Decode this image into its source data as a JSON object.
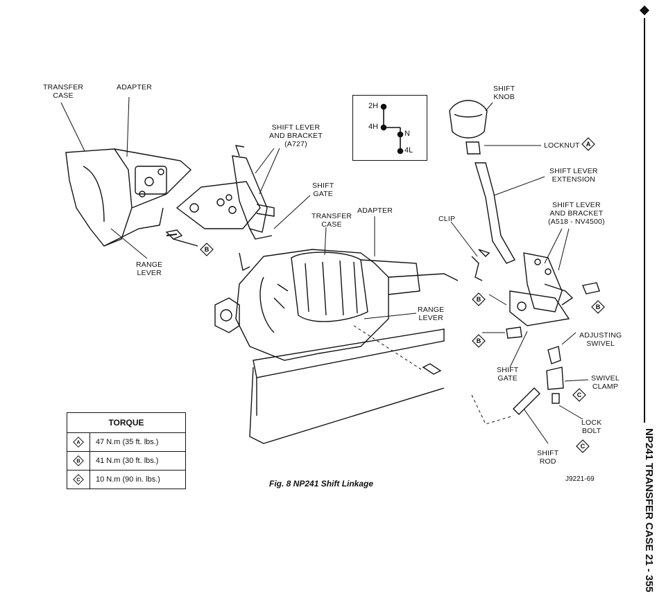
{
  "labels": {
    "transfer_case_1": [
      "TRANSFER",
      "CASE"
    ],
    "adapter_1": [
      "ADAPTER"
    ],
    "shift_lever_bracket_a727": [
      "SHIFT LEVER",
      "AND BRACKET",
      "(A727)"
    ],
    "shift_gate_1": [
      "SHIFT",
      "GATE"
    ],
    "range_lever_1": [
      "RANGE",
      "LEVER"
    ],
    "transfer_case_2": [
      "TRANSFER",
      "CASE"
    ],
    "adapter_2": [
      "ADAPTER"
    ],
    "clip": [
      "CLIP"
    ],
    "shift_knob": [
      "SHIFT",
      "KNOB"
    ],
    "locknut": [
      "LOCKNUT"
    ],
    "shift_lever_extension": [
      "SHIFT LEVER",
      "EXTENSION"
    ],
    "shift_lever_bracket_a518": [
      "SHIFT LEVER",
      "AND BRACKET",
      "(A518 - NV4500)"
    ],
    "range_lever_2": [
      "RANGE",
      "LEVER"
    ],
    "adjusting_swivel": [
      "ADJUSTING",
      "SWIVEL"
    ],
    "swivel_clamp": [
      "SWIVEL",
      "CLAMP"
    ],
    "shift_gate_2": [
      "SHIFT",
      "GATE"
    ],
    "lock_bolt": [
      "LOCK",
      "BOLT"
    ],
    "shift_rod": [
      "SHIFT",
      "ROD"
    ]
  },
  "badges": {
    "a": "A",
    "b": "B",
    "c": "C"
  },
  "shift_pattern": {
    "2h": "2H",
    "4h": "4H",
    "n": "N",
    "4l": "4L"
  },
  "torque": {
    "title": "TORQUE",
    "rows": [
      {
        "symbol": "A",
        "value": "47 N.m (35 ft. lbs.)"
      },
      {
        "symbol": "B",
        "value": "41 N.m (30 ft. lbs.)"
      },
      {
        "symbol": "C",
        "value": "10 N.m (90 in. lbs.)"
      }
    ]
  },
  "caption": "Fig. 8 NP241 Shift Linkage",
  "figure_id": "J9221-69",
  "side_header": "NP241 TRANSFER CASE   21 - 355",
  "colors": {
    "ink": "#111111",
    "paper": "#ffffff"
  }
}
